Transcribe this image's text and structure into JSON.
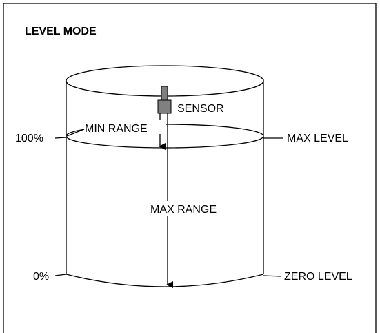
{
  "title": "LEVEL MODE",
  "labels": {
    "sensor": "SENSOR",
    "min_range": "MIN RANGE",
    "max_range": "MAX RANGE",
    "max_level": "MAX LEVEL",
    "zero_level": "ZERO LEVEL",
    "percent_100": "100%",
    "percent_0": "0%"
  },
  "colors": {
    "line": "#000000",
    "sensor_fill": "#808080",
    "background": "#ffffff"
  }
}
